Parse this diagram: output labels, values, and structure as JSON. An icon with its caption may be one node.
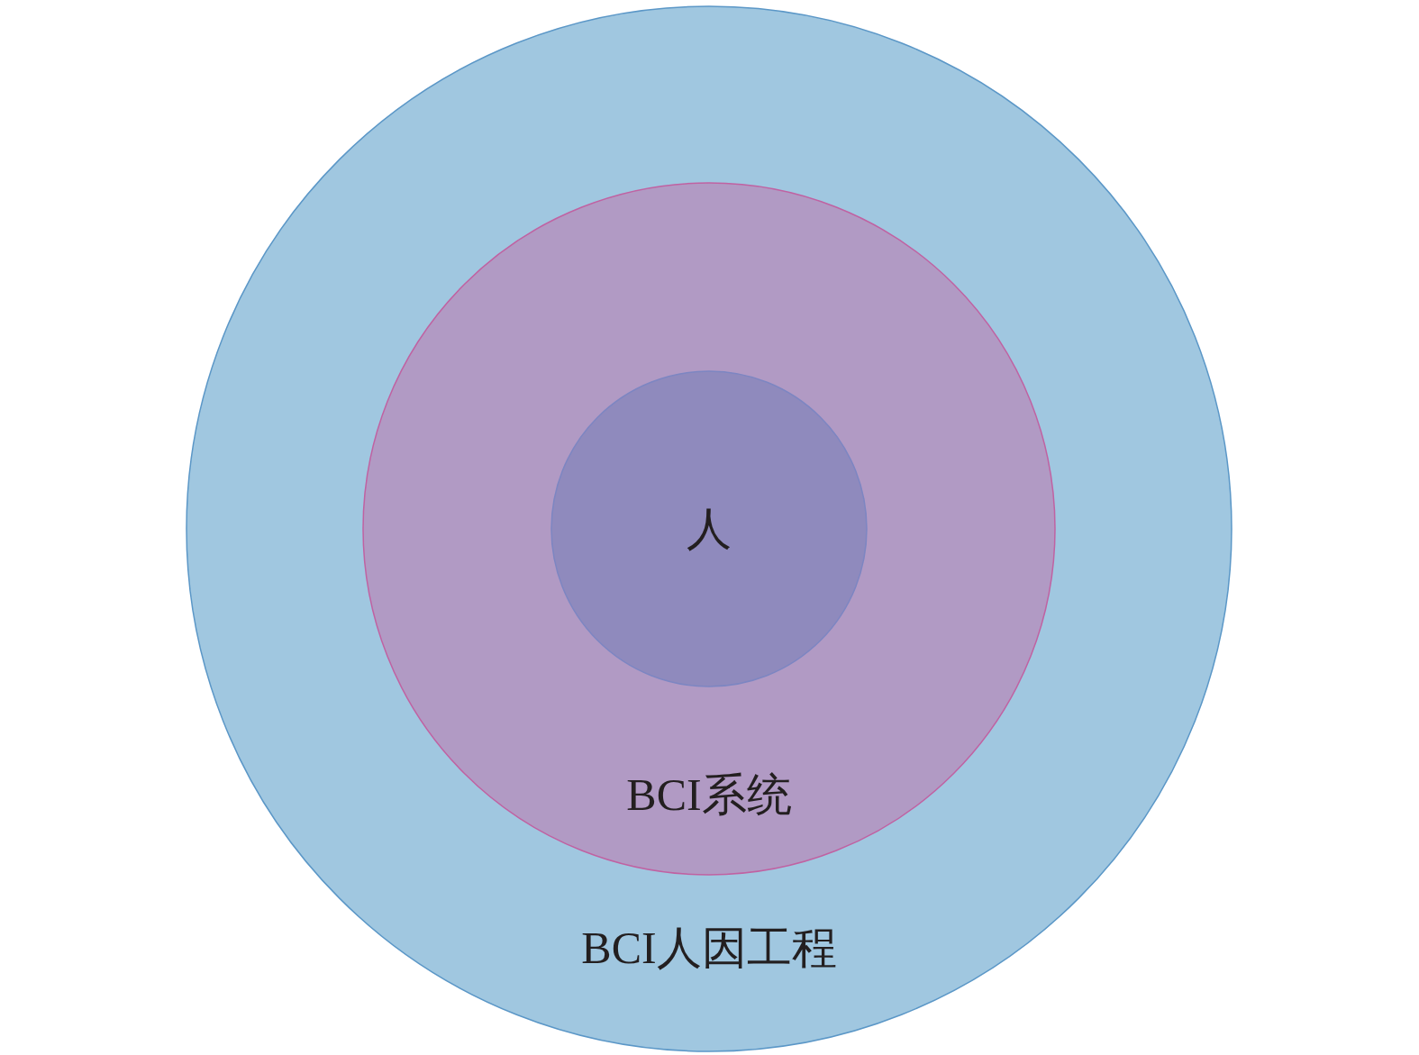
{
  "diagram": {
    "nodes": [
      {
        "text": [
          "BCI人因工程"
        ]
      },
      {
        "text": [
          "BCI系统"
        ],
        "in": 0
      },
      {
        "text": [
          "人"
        ],
        "in": 1
      }
    ]
  }
}
